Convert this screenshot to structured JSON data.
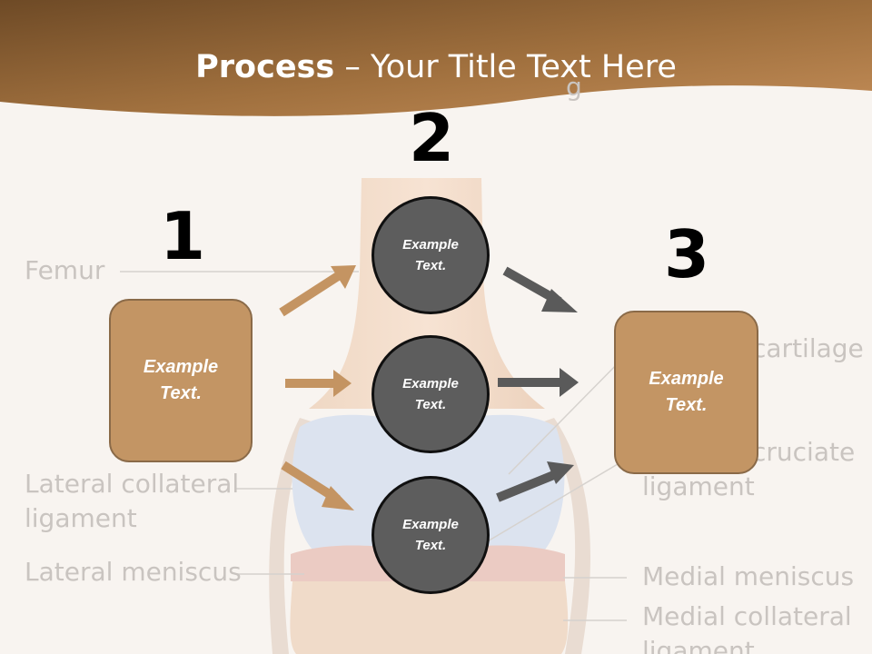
{
  "title": {
    "bold": "Process",
    "rest": " – Your Title Text Here"
  },
  "background_labels": {
    "femur": "Femur",
    "cartilage": "cartilage",
    "cruciate": "cruciate",
    "ligament_right": "ligament",
    "lateral_collateral_1": "Lateral collateral",
    "lateral_collateral_2": "ligament",
    "lateral_meniscus": "Lateral meniscus",
    "medial_meniscus": "Medial meniscus",
    "medial_collateral_1": "Medial collateral",
    "medial_collateral_2": "ligament",
    "top_fragment": "g"
  },
  "steps": [
    {
      "number": "1",
      "text": "Example\nText."
    },
    {
      "number": "2",
      "text": "Example\nText."
    },
    {
      "number": "3",
      "text": "Example\nText."
    }
  ],
  "circles": [
    {
      "text": "Example\nText."
    },
    {
      "text": "Example\nText."
    },
    {
      "text": "Example\nText."
    }
  ],
  "colors": {
    "header_brown": "#9e6f3f",
    "box_fill": "#c39564",
    "circle_fill": "#5d5d5d",
    "arrow_orange": "#c49462",
    "arrow_dark": "#5a5a5a"
  }
}
